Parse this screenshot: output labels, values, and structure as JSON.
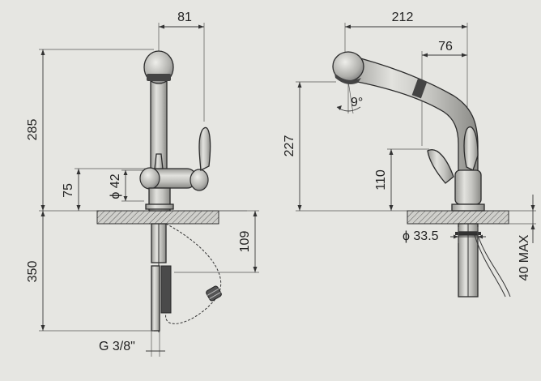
{
  "front_view": {
    "dim_top_width": "81",
    "dim_height_above": "285",
    "dim_body_height": "75",
    "dim_body_diameter": "ϕ 42",
    "dim_hose_length": "109",
    "dim_depth_below": "350",
    "dim_thread": "G 3/8\""
  },
  "side_view": {
    "dim_reach": "212",
    "dim_handle_offset": "76",
    "dim_spout_angle": "9°",
    "dim_spout_height": "227",
    "dim_handle_height": "110",
    "dim_shank_diameter": "ϕ 33.5",
    "dim_max_deck": "40 MAX"
  },
  "colors": {
    "background": "#e6e6e2",
    "line": "#2b2b2b",
    "metal": "#bdbdb9"
  }
}
